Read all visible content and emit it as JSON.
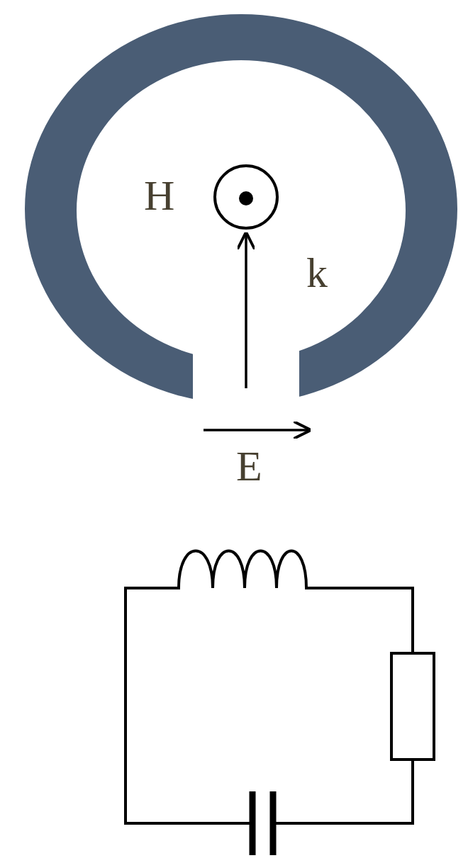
{
  "diagram": {
    "labels": [
      "H",
      "k",
      "E"
    ]
  }
}
